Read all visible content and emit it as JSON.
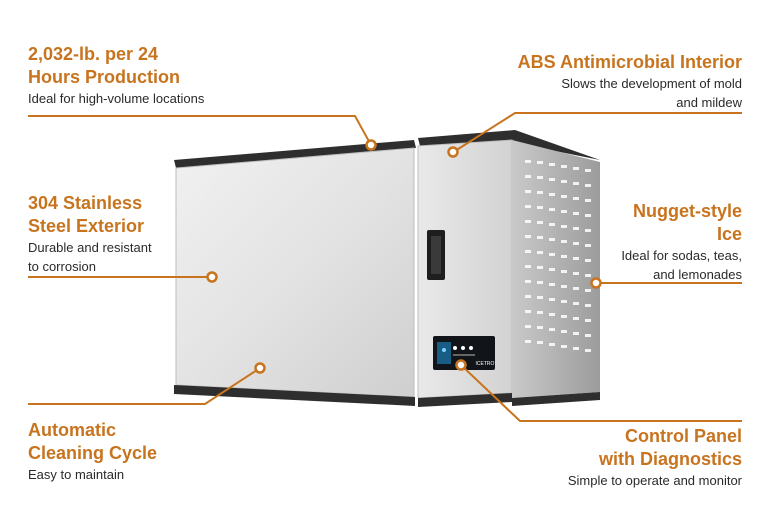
{
  "features": [
    {
      "id": "production",
      "title_lines": [
        "2,032-lb. per 24",
        "Hours Production"
      ],
      "desc_lines": [
        "Ideal for high-volume locations"
      ]
    },
    {
      "id": "interior",
      "title_lines": [
        "ABS Antimicrobial Interior"
      ],
      "desc_lines": [
        "Slows the development of mold",
        "and mildew"
      ]
    },
    {
      "id": "exterior",
      "title_lines": [
        "304 Stainless",
        "Steel Exterior"
      ],
      "desc_lines": [
        "Durable and resistant",
        "to corrosion"
      ]
    },
    {
      "id": "ice",
      "title_lines": [
        "Nugget-style",
        "Ice"
      ],
      "desc_lines": [
        "Ideal for sodas, teas,",
        "and lemonades"
      ]
    },
    {
      "id": "cleaning",
      "title_lines": [
        "Automatic",
        "Cleaning Cycle"
      ],
      "desc_lines": [
        "Easy to maintain"
      ]
    },
    {
      "id": "control",
      "title_lines": [
        "Control Panel",
        "with Diagnostics"
      ],
      "desc_lines": [
        "Simple to operate and monitor"
      ]
    }
  ],
  "brand_logo": "ICETRO",
  "colors": {
    "accent": "#c8741f",
    "text": "#2a2a2a"
  }
}
